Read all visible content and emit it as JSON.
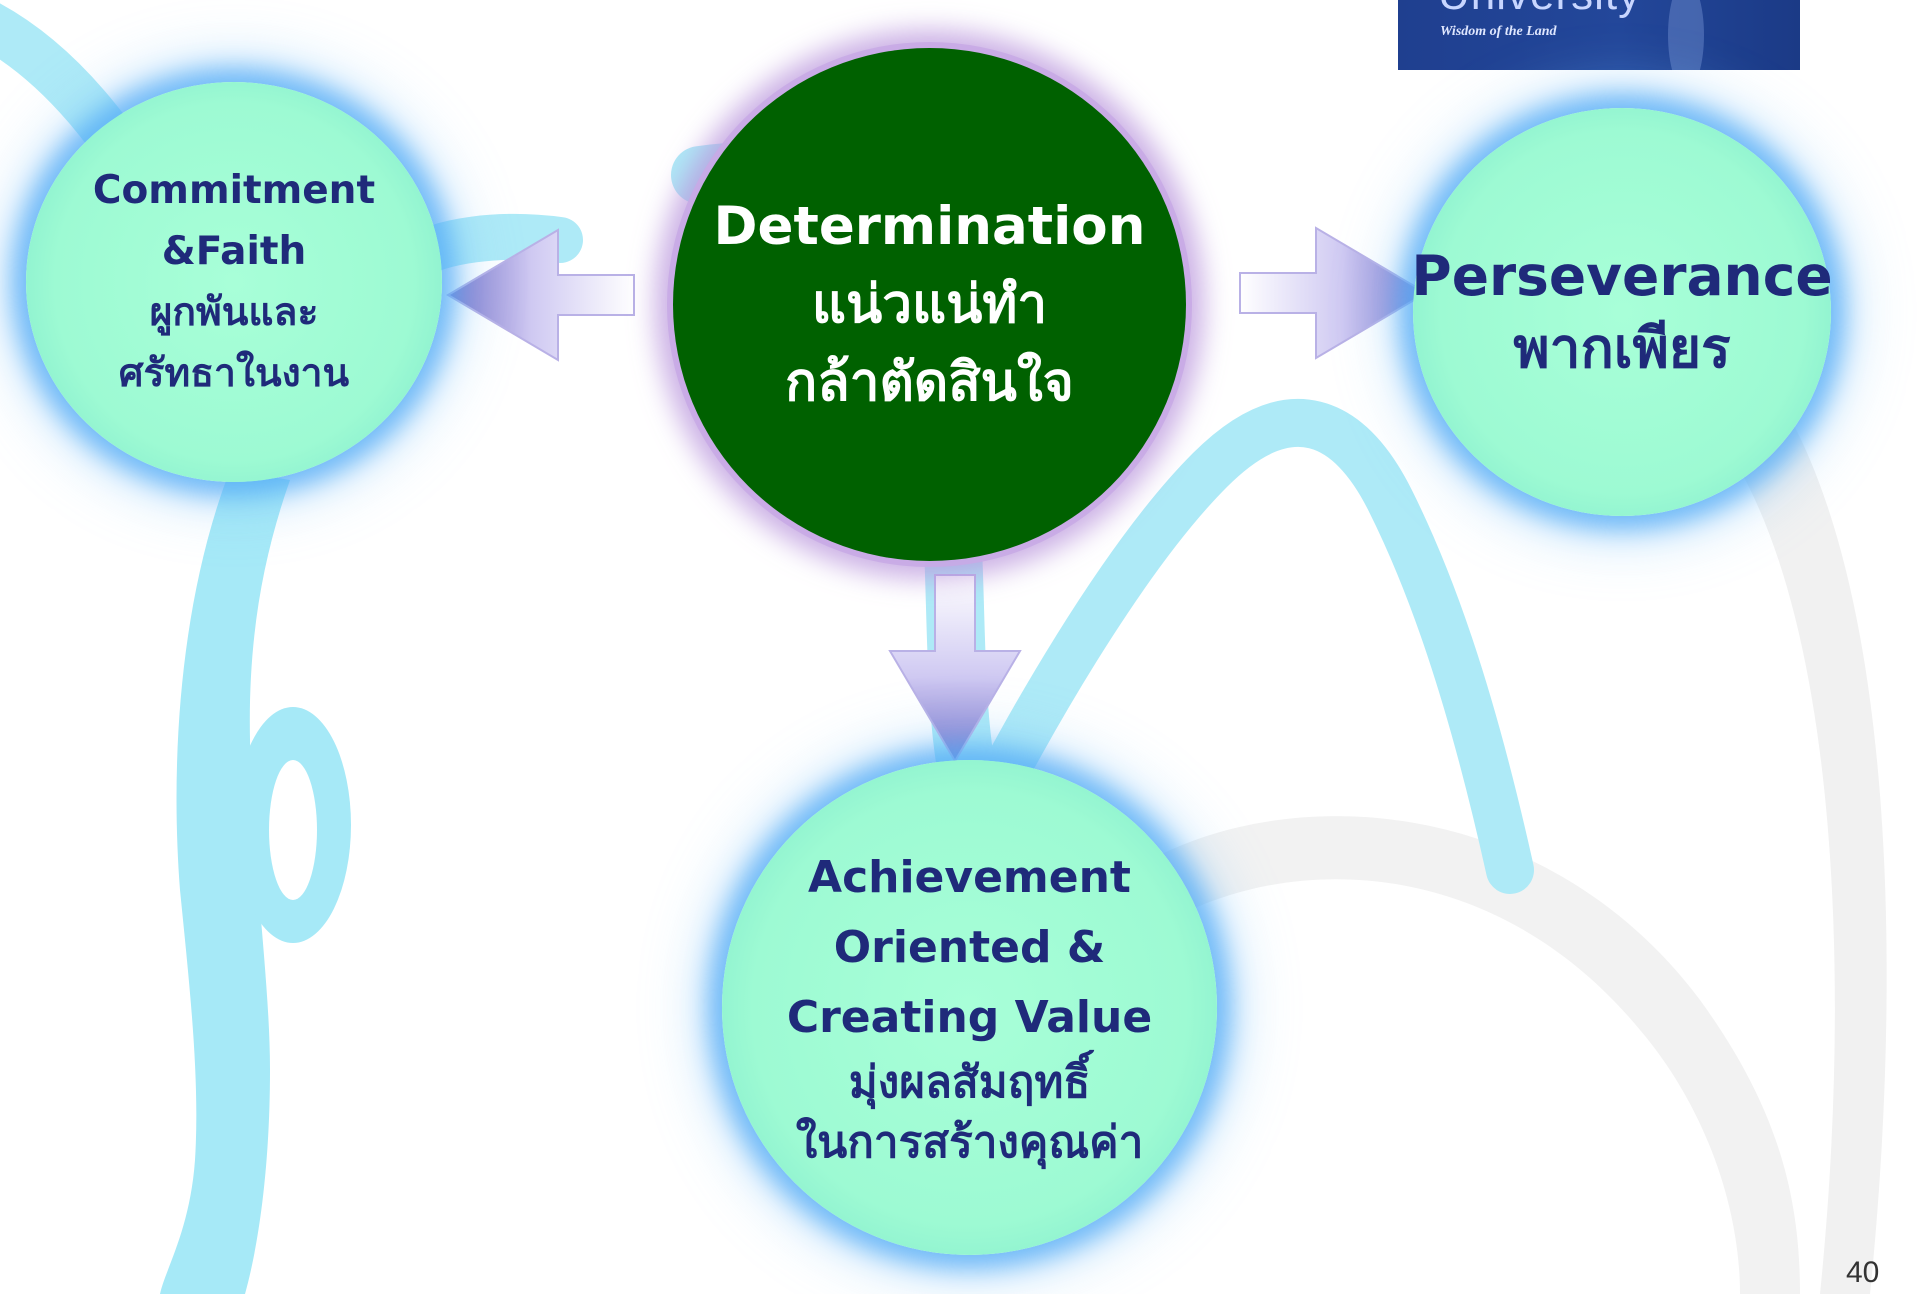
{
  "logo": {
    "title": "University",
    "tagline": "Wisdom of the Land"
  },
  "nodes": {
    "commitment": {
      "lines": [
        "Commitment",
        "&Faith",
        "ผูกพันและ",
        "ศรัทธาในงาน"
      ]
    },
    "determination": {
      "lines": [
        "Determination",
        "แน่วแน่ทำ",
        "กล้าตัดสินใจ"
      ]
    },
    "perseverance": {
      "lines": [
        "Perseverance",
        "พากเพียร"
      ]
    },
    "achievement": {
      "lines": [
        "Achievement",
        "Oriented &",
        "Creating Value",
        "มุ่งผลสัมฤทธิ์",
        "ในการสร้างคุณค่า"
      ]
    }
  },
  "page_number": "40",
  "colors": {
    "mint_circle": "#9dfad3",
    "center_circle": "#006100",
    "node_text": "#1f2a7a",
    "center_text": "#ffffff",
    "glow": "#4aa8f2",
    "arrow": "#c7c0ee",
    "background_swirl": "#aee9f7",
    "logo_background": "#23479a"
  }
}
